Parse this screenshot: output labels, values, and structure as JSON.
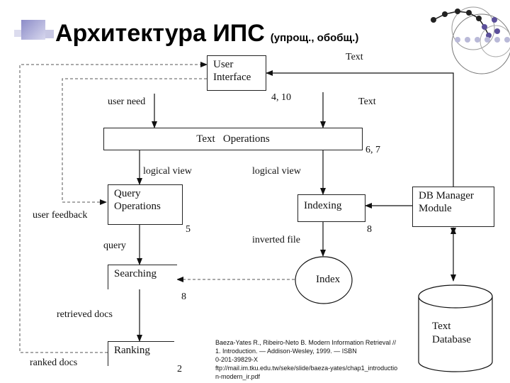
{
  "slide": {
    "title": "Архитектура ИПС",
    "subtitle": "(упрощ., обобщ.)"
  },
  "diagram": {
    "nodes": {
      "user_interface": [
        "User",
        "Interface"
      ],
      "text_operations": "Text   Operations",
      "query_operations": [
        "Query",
        "Operations"
      ],
      "indexing": "Indexing",
      "db_manager": [
        "DB Manager",
        "Module"
      ],
      "searching": "Searching",
      "index": "Index",
      "ranking": "Ranking",
      "text_database": [
        "Text",
        "Database"
      ]
    },
    "edge_labels": {
      "text_top": "Text",
      "text_right": "Text",
      "user_need": "user need",
      "logical_view_left": "logical view",
      "logical_view_right": "logical view",
      "user_feedback": "user feedback",
      "query": "query",
      "inverted_file": "inverted file",
      "retrieved_docs": "retrieved docs",
      "ranked_docs": "ranked docs"
    },
    "numbers": {
      "ui": "4, 10",
      "text_ops": "6, 7",
      "query_ops": "5",
      "indexing": "8",
      "searching": "8",
      "ranking": "2"
    }
  },
  "reference": [
    "Baeza-Yates R., Ribeiro-Neto B. Modern Information Retrieval //",
    "1. Introduction. — Addison-Wesley, 1999. — ISBN",
    "0-201-39829-X",
    "ftp://mail.im.tku.edu.tw/seke/slide/baeza-yates/chap1_introductio",
    "n-modern_ir.pdf"
  ]
}
